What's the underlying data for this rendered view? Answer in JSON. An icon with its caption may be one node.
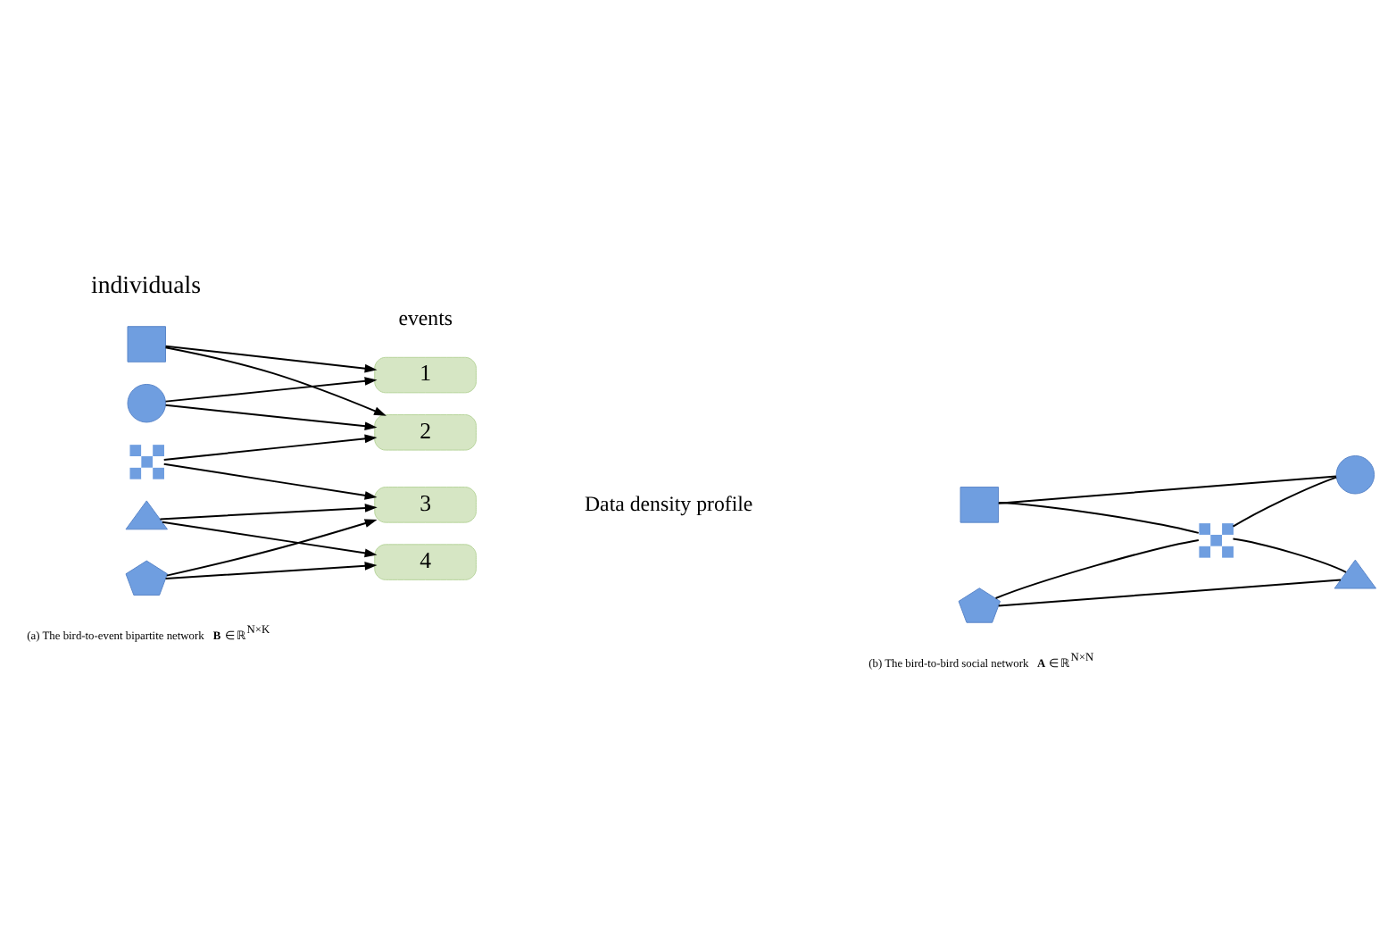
{
  "diagram": {
    "nodes": [
      {
        "text": [],
        "shape": "square"
      },
      {
        "text": [],
        "shape": "circle"
      },
      {
        "text": [],
        "shape": "cross"
      },
      {
        "text": [],
        "shape": "triangle"
      },
      {
        "text": [],
        "shape": "pentagon"
      },
      {
        "text": [
          "1"
        ]
      },
      {
        "text": [
          "2"
        ]
      },
      {
        "text": [
          "3"
        ]
      },
      {
        "text": [
          "4"
        ]
      },
      {
        "text": [],
        "shape": "square"
      },
      {
        "text": [],
        "shape": "circle"
      },
      {
        "text": [],
        "shape": "cross"
      },
      {
        "text": [],
        "shape": "pentagon"
      },
      {
        "text": [],
        "shape": "triangle"
      }
    ],
    "edges": [
      {
        "from": 0,
        "to": 5,
        "arrow": "to"
      },
      {
        "from": 0,
        "to": 6,
        "arrow": "to"
      },
      {
        "from": 1,
        "to": 5,
        "arrow": "to"
      },
      {
        "from": 1,
        "to": 6,
        "arrow": "to"
      },
      {
        "from": 2,
        "to": 6,
        "arrow": "to"
      },
      {
        "from": 2,
        "to": 7,
        "arrow": "to"
      },
      {
        "from": 3,
        "to": 7,
        "arrow": "to"
      },
      {
        "from": 3,
        "to": 8,
        "arrow": "to"
      },
      {
        "from": 4,
        "to": 7,
        "arrow": "to"
      },
      {
        "from": 4,
        "to": 8,
        "arrow": "to"
      },
      {
        "from": 9,
        "to": 10,
        "arrow": "none"
      },
      {
        "from": 9,
        "to": 11,
        "arrow": "none"
      },
      {
        "from": 10,
        "to": 11,
        "arrow": "none"
      },
      {
        "from": 11,
        "to": 12,
        "arrow": "none"
      },
      {
        "from": 11,
        "to": 13,
        "arrow": "none"
      },
      {
        "from": 12,
        "to": 13,
        "arrow": "none"
      }
    ],
    "labels": [
      "individuals",
      "events",
      "Data density profile",
      "(b) The bird-to-bird social network **A** ∈ ℝ$^{N×N}$",
      "(a) The bird-to-event bipartite network **B** ∈ ℝ$^{N×K}$"
    ]
  }
}
